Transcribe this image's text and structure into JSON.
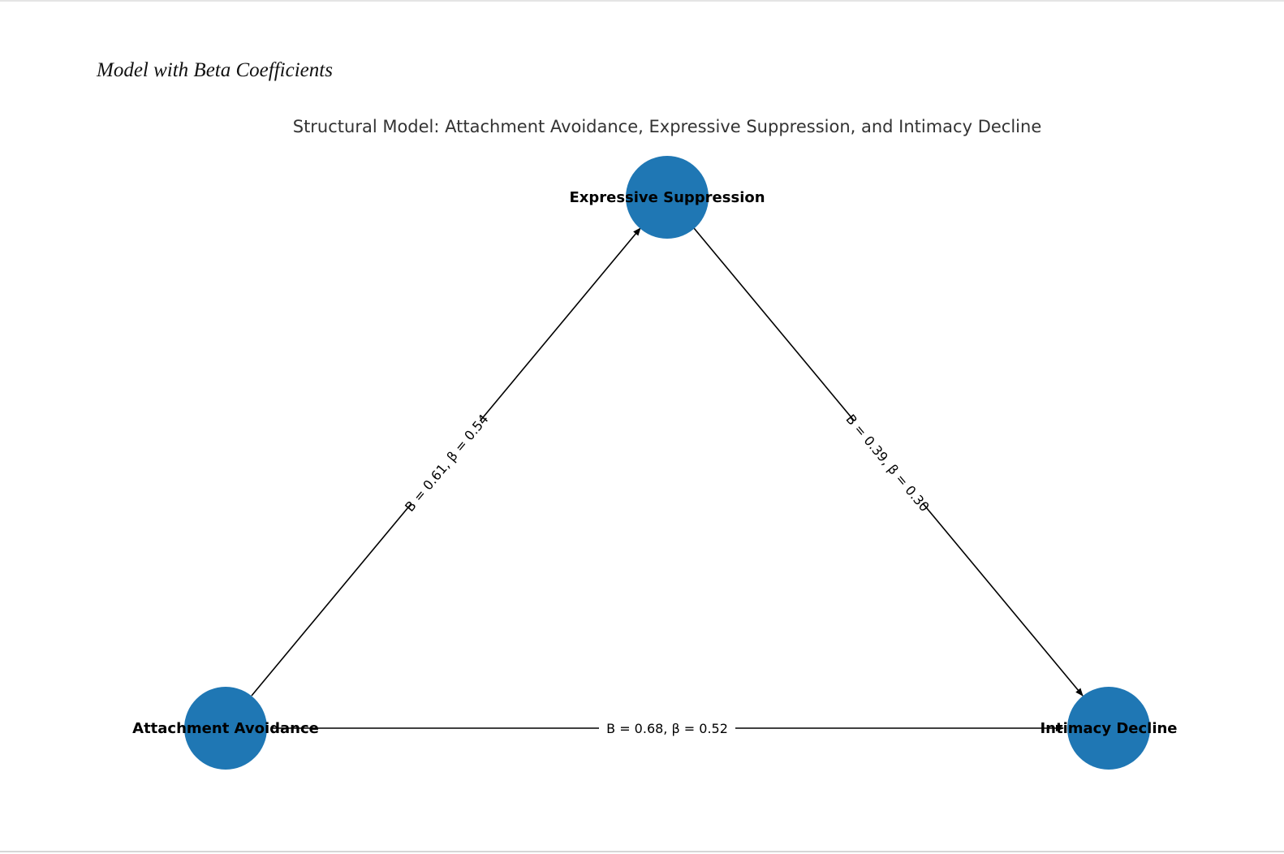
{
  "document": {
    "heading": "Model with Beta Coefficients"
  },
  "diagram": {
    "title": "Structural Model: Attachment Avoidance, Expressive Suppression, and Intimacy Decline",
    "node_color": "#1f77b4",
    "edge_color": "#000000",
    "nodes": [
      {
        "id": "avoidance",
        "label": "Attachment Avoidance"
      },
      {
        "id": "suppression",
        "label": "Expressive Suppression"
      },
      {
        "id": "intimacy",
        "label": "Intimacy Decline"
      }
    ],
    "edges": [
      {
        "from": "avoidance",
        "to": "suppression",
        "label": "B = 0.61, β = 0.54"
      },
      {
        "from": "suppression",
        "to": "intimacy",
        "label": "B = 0.39, β = 0.30"
      },
      {
        "from": "avoidance",
        "to": "intimacy",
        "label": "B = 0.68, β = 0.52"
      }
    ]
  }
}
